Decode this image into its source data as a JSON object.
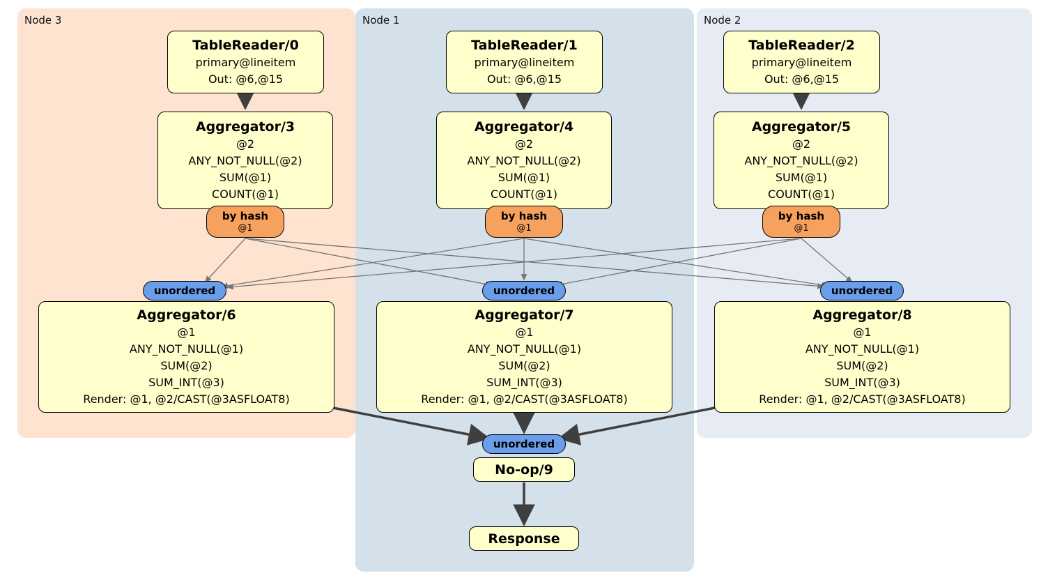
{
  "panels": [
    {
      "label": "Node 3"
    },
    {
      "label": "Node 1"
    },
    {
      "label": "Node 2"
    }
  ],
  "table_readers": [
    {
      "title": "TableReader/0",
      "lines": [
        "primary@lineitem",
        "Out: @6,@15"
      ]
    },
    {
      "title": "TableReader/1",
      "lines": [
        "primary@lineitem",
        "Out: @6,@15"
      ]
    },
    {
      "title": "TableReader/2",
      "lines": [
        "primary@lineitem",
        "Out: @6,@15"
      ]
    }
  ],
  "aggregators_top": [
    {
      "title": "Aggregator/3",
      "lines": [
        "@2",
        "ANY_NOT_NULL(@2)",
        "SUM(@1)",
        "COUNT(@1)"
      ]
    },
    {
      "title": "Aggregator/4",
      "lines": [
        "@2",
        "ANY_NOT_NULL(@2)",
        "SUM(@1)",
        "COUNT(@1)"
      ]
    },
    {
      "title": "Aggregator/5",
      "lines": [
        "@2",
        "ANY_NOT_NULL(@2)",
        "SUM(@1)",
        "COUNT(@1)"
      ]
    }
  ],
  "hash_routers": [
    {
      "label": "by hash",
      "detail": "@1"
    },
    {
      "label": "by hash",
      "detail": "@1"
    },
    {
      "label": "by hash",
      "detail": "@1"
    }
  ],
  "synchronizers": [
    {
      "label": "unordered"
    },
    {
      "label": "unordered"
    },
    {
      "label": "unordered"
    },
    {
      "label": "unordered"
    }
  ],
  "aggregators_bottom": [
    {
      "title": "Aggregator/6",
      "lines": [
        "@1",
        "ANY_NOT_NULL(@1)",
        "SUM(@2)",
        "SUM_INT(@3)",
        "Render: @1, @2/CAST(@3ASFLOAT8)"
      ]
    },
    {
      "title": "Aggregator/7",
      "lines": [
        "@1",
        "ANY_NOT_NULL(@1)",
        "SUM(@2)",
        "SUM_INT(@3)",
        "Render: @1, @2/CAST(@3ASFLOAT8)"
      ]
    },
    {
      "title": "Aggregator/8",
      "lines": [
        "@1",
        "ANY_NOT_NULL(@1)",
        "SUM(@2)",
        "SUM_INT(@3)",
        "Render: @1, @2/CAST(@3ASFLOAT8)"
      ]
    }
  ],
  "noop": {
    "title": "No-op/9"
  },
  "response": {
    "title": "Response"
  },
  "colors": {
    "node3_bg": "#fde3d0",
    "node1_bg": "#d5e1ea",
    "node2_bg": "#e7ecf4",
    "box_bg": "#ffffcc",
    "box_border": "#000000",
    "router_bg": "#f7a15e",
    "sync_bg": "#6a9eea",
    "edge_thick": "#3f3f3f",
    "edge_thin": "#747474"
  }
}
